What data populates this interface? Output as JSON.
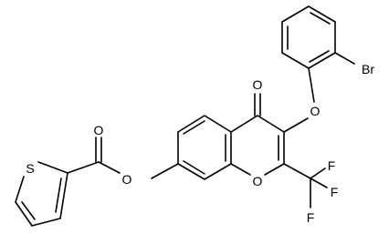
{
  "molecule": {
    "atoms": {
      "oxygen_ketone": "O",
      "oxygen_ether_aryl": "O",
      "bromine": "Br",
      "oxygen_ring": "O",
      "fluorine_top": "F",
      "fluorine_right": "F",
      "fluorine_bottom": "F",
      "oxygen_ester_single": "O",
      "oxygen_ester_carbonyl": "O",
      "sulfur_thiophene": "S"
    }
  }
}
